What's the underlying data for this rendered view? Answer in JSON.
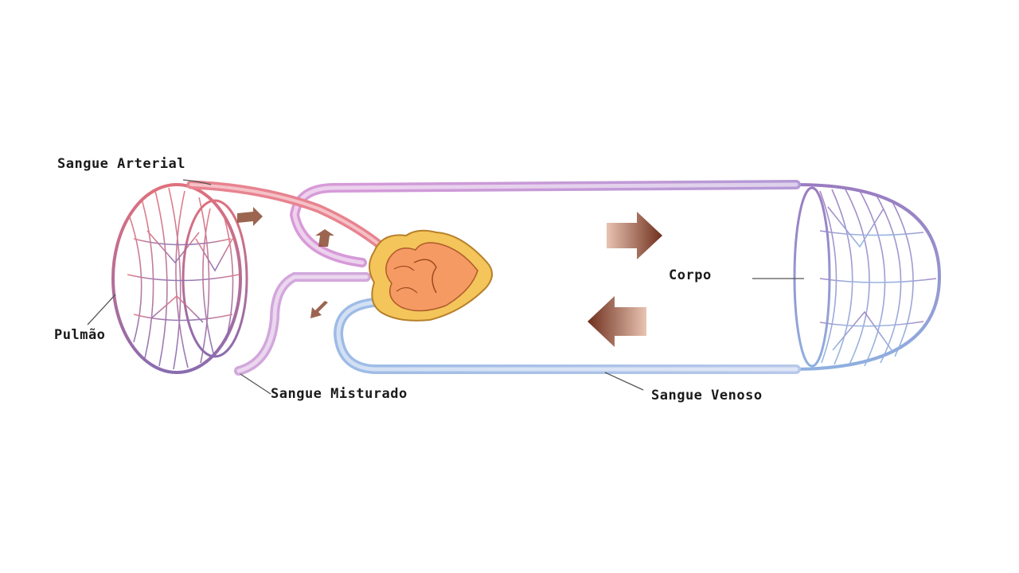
{
  "labels": {
    "sangue_arterial": "Sangue Arterial",
    "pulmao": "Pulmão",
    "sangue_misturado": "Sangue Misturado",
    "corpo": "Corpo",
    "sangue_venoso": "Sangue Venoso"
  },
  "colors": {
    "arterial": "#e8838f",
    "venous": "#a9bfe0",
    "mixed": "#c9a0d6",
    "heart_outer": "#f3c55a",
    "heart_inner": "#f59a63",
    "arrow": "#7a3b24"
  }
}
